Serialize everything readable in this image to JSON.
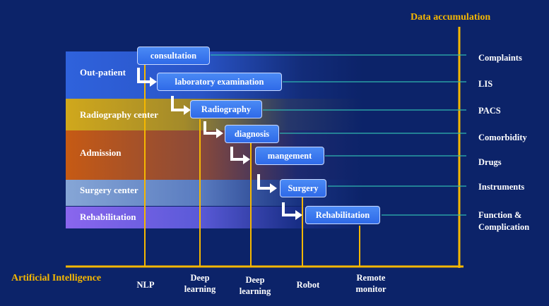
{
  "axes": {
    "x_title": "Artificial Intelligence",
    "y_title": "Data accumulation"
  },
  "bands": [
    {
      "label": "Out-patient",
      "color": "#2f5fd8"
    },
    {
      "label": "Radiography center",
      "color": "#c9a020"
    },
    {
      "label": "Admission",
      "color": "#c05a1a"
    },
    {
      "label": "Surgery center",
      "color": "#7f9fd0"
    },
    {
      "label": "Rehabilitation",
      "color": "#7f5fe0"
    }
  ],
  "steps": [
    {
      "label": "consultation"
    },
    {
      "label": "laboratory examination"
    },
    {
      "label": "Radiography"
    },
    {
      "label": "diagnosis"
    },
    {
      "label": "mangement"
    },
    {
      "label": "Surgery"
    },
    {
      "label": "Rehabilitation"
    }
  ],
  "data_items": [
    "Complaints",
    "LIS",
    "PACS",
    "Comorbidity",
    "Drugs",
    "Instruments",
    "Function &",
    "Complication"
  ],
  "ai_items": [
    {
      "line1": "NLP",
      "line2": ""
    },
    {
      "line1": "Deep",
      "line2": "learning"
    },
    {
      "line1": "Deep",
      "line2": "learning"
    },
    {
      "line1": "Robot",
      "line2": ""
    },
    {
      "line1": "Remote",
      "line2": "monitor"
    }
  ],
  "colors": {
    "background": "#0c2369",
    "axis": "#f5b700",
    "connector": "#2fb7b0",
    "step_fill": "#3a78f0"
  }
}
